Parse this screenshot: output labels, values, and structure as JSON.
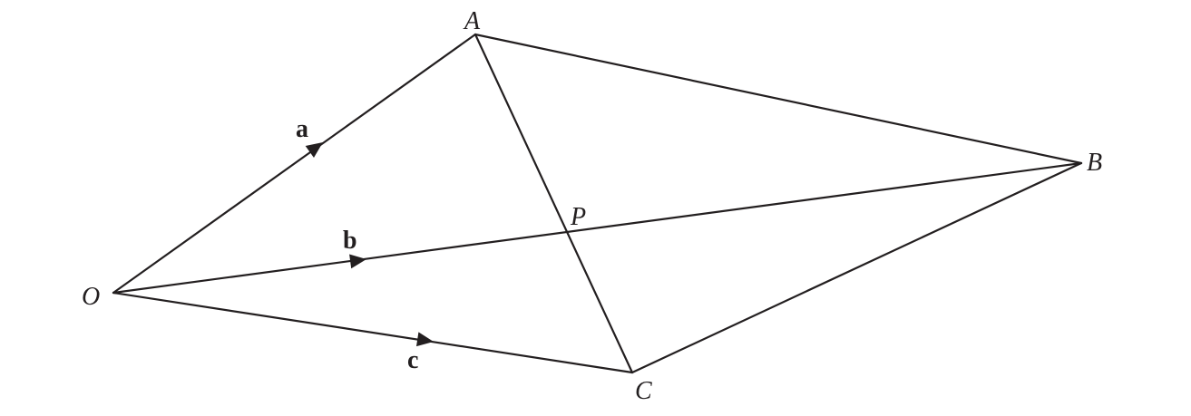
{
  "points": {
    "O": "O",
    "A": "A",
    "B": "B",
    "C": "C",
    "P": "P"
  },
  "vectors": {
    "a": "a",
    "b": "b",
    "c": "c"
  },
  "colors": {
    "ink": "#231f20",
    "background": "#ffffff"
  }
}
